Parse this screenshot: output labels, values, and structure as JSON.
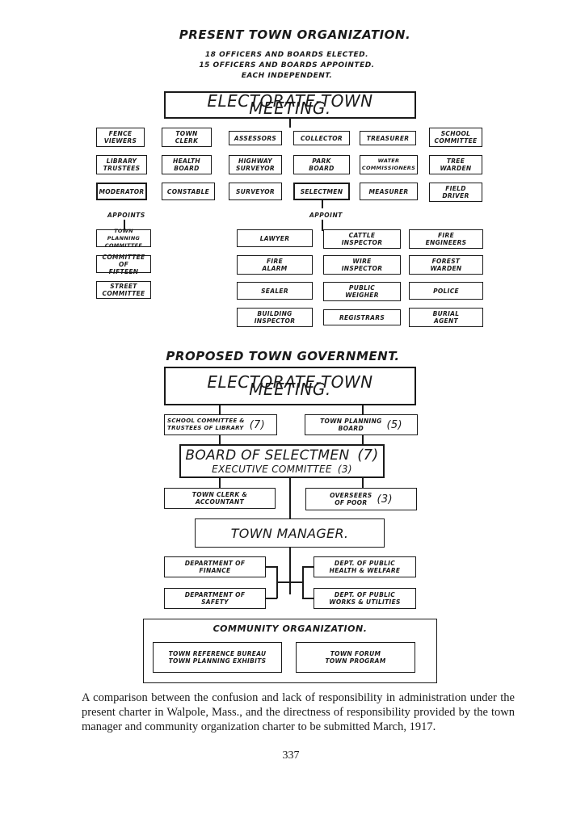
{
  "present": {
    "title": "PRESENT TOWN ORGANIZATION.",
    "note_lines": [
      "18 OFFICERS AND BOARDS ELECTED.",
      "15 OFFICERS AND BOARDS APPOINTED.",
      "EACH INDEPENDENT."
    ],
    "electorate": "ELECTORATE-TOWN MEETING.",
    "elected_rows": [
      [
        "FENCE\nVIEWERS",
        "TOWN\nCLERK",
        "ASSESSORS",
        "COLLECTOR",
        "TREASURER",
        "SCHOOL\nCOMMITTEE"
      ],
      [
        "LIBRARY\nTRUSTEES",
        "HEALTH\nBOARD",
        "HIGHWAY\nSURVEYOR",
        "PARK\nBOARD",
        "WATER\nCOMMISSIONERS",
        "TREE\nWARDEN"
      ],
      [
        "MODERATOR",
        "CONSTABLE",
        "SURVEYOR",
        "SELECTMEN",
        "MEASURER",
        "FIELD\nDRIVER"
      ]
    ],
    "moderator_appoints_label": "APPOINTS",
    "moderator_appointees": [
      "TOWN PLANNING\nCOMMITTEE",
      "COMMITTEE OF\nFIFTEEN",
      "STREET\nCOMMITTEE"
    ],
    "selectmen_appoint_label": "APPOINT",
    "selectmen_appointees": [
      [
        "LAWYER",
        "CATTLE\nINSPECTOR",
        "FIRE\nENGINEERS"
      ],
      [
        "FIRE\nALARM",
        "WIRE\nINSPECTOR",
        "FOREST\nWARDEN"
      ],
      [
        "SEALER",
        "PUBLIC\nWEIGHER",
        "POLICE"
      ],
      [
        "BUILDING\nINSPECTOR",
        "REGISTRARS",
        "BURIAL\nAGENT"
      ]
    ]
  },
  "proposed": {
    "title": "PROPOSED TOWN GOVERNMENT.",
    "electorate": "ELECTORATE-TOWN MEETING.",
    "school_committee": "SCHOOL COMMITTEE &\nTRUSTEES OF LIBRARY",
    "school_committee_count": "(7)",
    "town_planning": "TOWN PLANNING\nBOARD",
    "town_planning_count": "(5)",
    "board_of_selectmen": "BOARD OF SELECTMEN",
    "board_of_selectmen_count": "(7)",
    "executive_committee": "EXECUTIVE COMMITTEE",
    "executive_committee_count": "(3)",
    "town_clerk": "TOWN CLERK &\nACCOUNTANT",
    "overseers": "OVERSEERS\nOF POOR",
    "overseers_count": "(3)",
    "town_manager": "TOWN MANAGER.",
    "dept_finance": "DEPARTMENT OF\nFINANCE",
    "dept_safety": "DEPARTMENT OF\nSAFETY",
    "dept_health": "DEPT. OF PUBLIC\nHEALTH & WELFARE",
    "dept_works": "DEPT. OF PUBLIC\nWORKS & UTILITIES",
    "community_title": "COMMUNITY ORGANIZATION.",
    "community_left": "TOWN REFERENCE BUREAU\nTOWN PLANNING EXHIBITS",
    "community_right": "TOWN FORUM\nTOWN PROGRAM"
  },
  "caption": "A comparison between the confusion and lack of responsibility in administration under the present charter in Walpole, Mass., and the directness of responsibility provided by the town manager and community organization charter to be submitted March, 1917.",
  "page_number": "337"
}
